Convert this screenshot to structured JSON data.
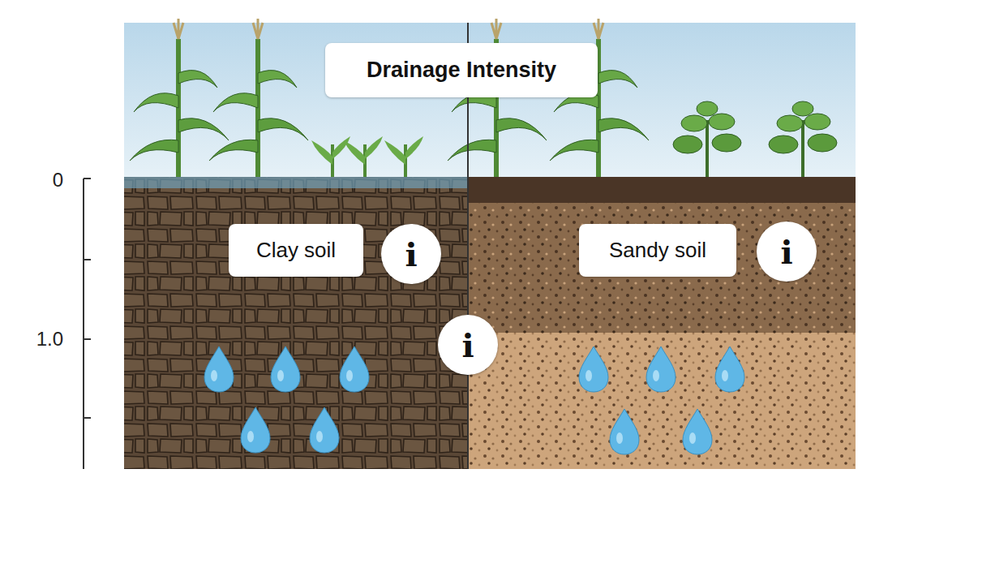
{
  "diagram": {
    "title": "Drainage Intensity",
    "nodes": [
      {
        "text": [
          "Clay soil"
        ]
      },
      {
        "text": [
          "i"
        ]
      },
      {
        "text": [
          "Sandy soil"
        ]
      },
      {
        "text": [
          "i"
        ]
      },
      {
        "text": [
          "i"
        ]
      }
    ],
    "labels": [
      "0",
      "1.0"
    ]
  }
}
